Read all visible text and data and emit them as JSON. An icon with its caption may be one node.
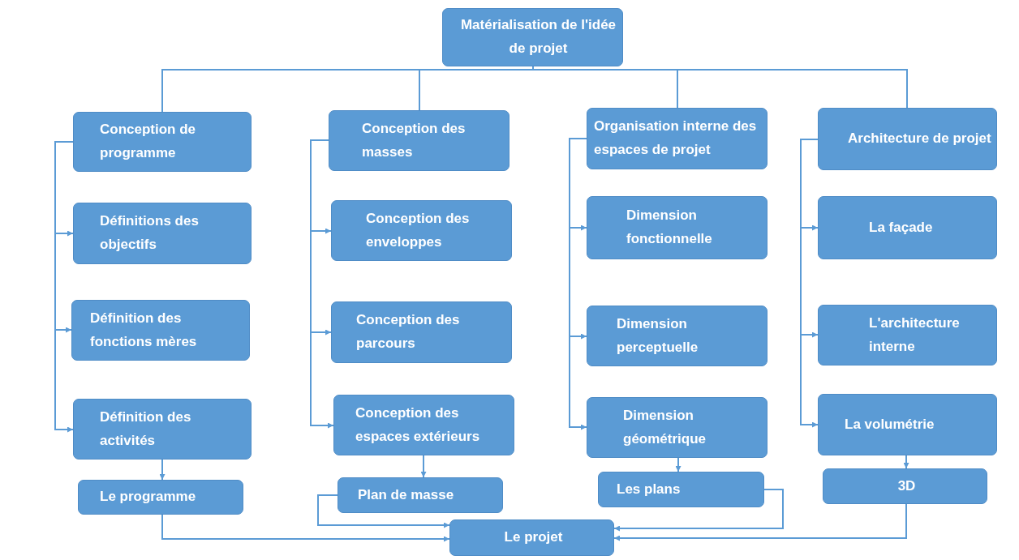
{
  "diagram": {
    "nodes": [
      {
        "text": [
          "Matérialisation de l'idée de projet"
        ]
      },
      {
        "text": [
          "Conception de programme"
        ]
      },
      {
        "text": [
          "Définitions des objectifs"
        ]
      },
      {
        "text": [
          "Définition des fonctions mères"
        ]
      },
      {
        "text": [
          "Définition des activités"
        ]
      },
      {
        "text": [
          "Le programme"
        ]
      },
      {
        "text": [
          "Conception des masses"
        ]
      },
      {
        "text": [
          "Conception des enveloppes"
        ]
      },
      {
        "text": [
          "Conception des parcours"
        ]
      },
      {
        "text": [
          "Conception des espaces extérieurs"
        ]
      },
      {
        "text": [
          "Plan de masse"
        ]
      },
      {
        "text": [
          "Organisation interne des espaces de projet"
        ]
      },
      {
        "text": [
          "Dimension fonctionnelle"
        ]
      },
      {
        "text": [
          "Dimension perceptuelle"
        ]
      },
      {
        "text": [
          "Dimension géométrique"
        ]
      },
      {
        "text": [
          "Les plans"
        ]
      },
      {
        "text": [
          "Architecture de projet"
        ]
      },
      {
        "text": [
          "La façade"
        ]
      },
      {
        "text": [
          "L'architecture interne"
        ]
      },
      {
        "text": [
          "La volumétrie"
        ]
      },
      {
        "text": [
          "3D"
        ]
      },
      {
        "text": [
          "Le projet"
        ]
      }
    ],
    "edges": [
      {
        "from": 0,
        "to": 1,
        "arrow": "none"
      },
      {
        "from": 0,
        "to": 6,
        "arrow": "none"
      },
      {
        "from": 0,
        "to": 11,
        "arrow": "none"
      },
      {
        "from": 0,
        "to": 16,
        "arrow": "none"
      },
      {
        "from": 1,
        "to": 2,
        "arrow": "to"
      },
      {
        "from": 1,
        "to": 3,
        "arrow": "to"
      },
      {
        "from": 1,
        "to": 4,
        "arrow": "to"
      },
      {
        "from": 6,
        "to": 7,
        "arrow": "to"
      },
      {
        "from": 6,
        "to": 8,
        "arrow": "to"
      },
      {
        "from": 6,
        "to": 9,
        "arrow": "to"
      },
      {
        "from": 11,
        "to": 12,
        "arrow": "to"
      },
      {
        "from": 11,
        "to": 13,
        "arrow": "to"
      },
      {
        "from": 11,
        "to": 14,
        "arrow": "to"
      },
      {
        "from": 16,
        "to": 17,
        "arrow": "to"
      },
      {
        "from": 16,
        "to": 18,
        "arrow": "to"
      },
      {
        "from": 16,
        "to": 19,
        "arrow": "to"
      },
      {
        "from": 4,
        "to": 5,
        "arrow": "to"
      },
      {
        "from": 9,
        "to": 10,
        "arrow": "to"
      },
      {
        "from": 14,
        "to": 15,
        "arrow": "to"
      },
      {
        "from": 19,
        "to": 20,
        "arrow": "to"
      },
      {
        "from": 5,
        "to": 21,
        "arrow": "to"
      },
      {
        "from": 10,
        "to": 21,
        "arrow": "to"
      },
      {
        "from": 15,
        "to": 21,
        "arrow": "to"
      },
      {
        "from": 20,
        "to": 21,
        "arrow": "to"
      }
    ]
  }
}
